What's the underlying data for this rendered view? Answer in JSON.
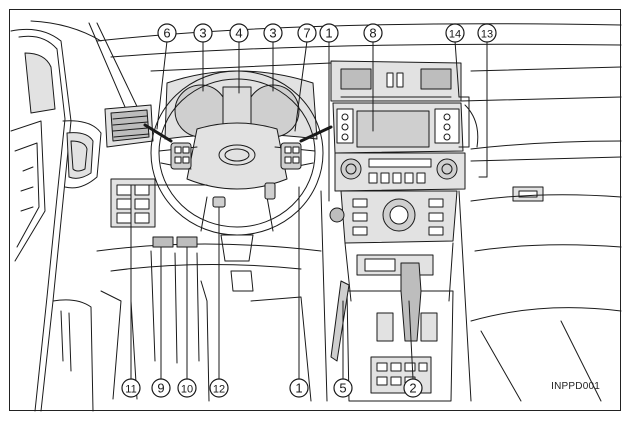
{
  "figure": {
    "code": "INPPD001",
    "colors": {
      "line": "#1a1a1a",
      "fill": "#e2e2e2",
      "fill_dark": "#bdbdbd",
      "background": "#ffffff"
    }
  },
  "callouts": [
    {
      "id": "c6",
      "label": "6"
    },
    {
      "id": "c3a",
      "label": "3"
    },
    {
      "id": "c4",
      "label": "4"
    },
    {
      "id": "c3b",
      "label": "3"
    },
    {
      "id": "c7",
      "label": "7"
    },
    {
      "id": "c1a",
      "label": "1"
    },
    {
      "id": "c8",
      "label": "8"
    },
    {
      "id": "c14",
      "label": "14"
    },
    {
      "id": "c13",
      "label": "13"
    },
    {
      "id": "c11",
      "label": "11"
    },
    {
      "id": "c9",
      "label": "9"
    },
    {
      "id": "c10",
      "label": "10"
    },
    {
      "id": "c12",
      "label": "12"
    },
    {
      "id": "c1b",
      "label": "1"
    },
    {
      "id": "c5",
      "label": "5"
    },
    {
      "id": "c2",
      "label": "2"
    }
  ]
}
